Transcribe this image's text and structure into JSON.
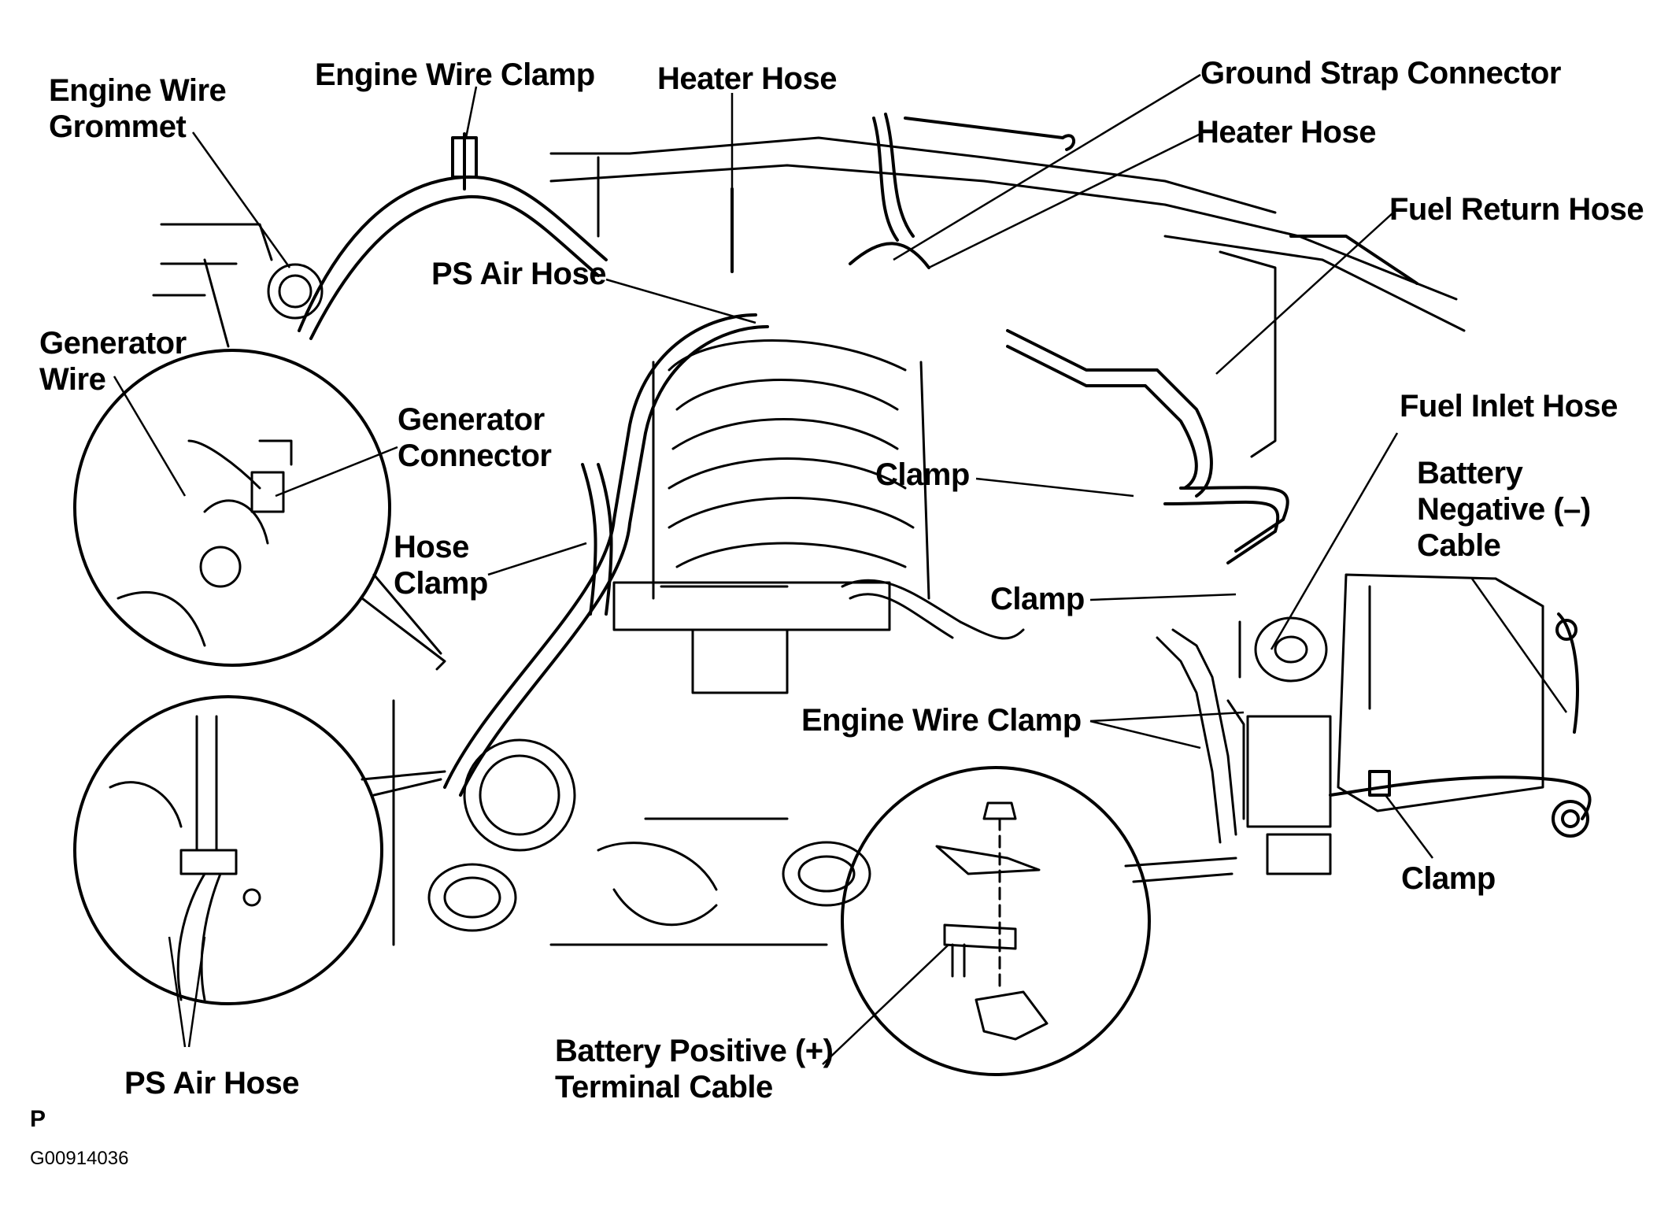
{
  "labels": {
    "engine_wire_grommet": [
      "Engine Wire",
      "Grommet"
    ],
    "engine_wire_clamp_top": "Engine Wire Clamp",
    "heater_hose_top": "Heater Hose",
    "ground_strap_connector": "Ground Strap Connector",
    "heater_hose_right": "Heater Hose",
    "fuel_return_hose": "Fuel Return Hose",
    "ps_air_hose_upper": "PS Air Hose",
    "generator_wire": [
      "Generator",
      "Wire"
    ],
    "generator_connector": [
      "Generator",
      "Connector"
    ],
    "hose_clamp": [
      "Hose",
      "Clamp"
    ],
    "fuel_inlet_hose": "Fuel Inlet Hose",
    "battery_negative_cable": [
      "Battery",
      "Negative (–)",
      "Cable"
    ],
    "clamp_upper": "Clamp",
    "clamp_middle": "Clamp",
    "engine_wire_clamp_lower": "Engine Wire Clamp",
    "clamp_battery": "Clamp",
    "battery_positive_terminal_cable": [
      "Battery Positive (+)",
      "Terminal Cable"
    ],
    "ps_air_hose_lower": "PS Air Hose"
  },
  "footer": {
    "mark": "P",
    "figure_code": "G00914036"
  }
}
